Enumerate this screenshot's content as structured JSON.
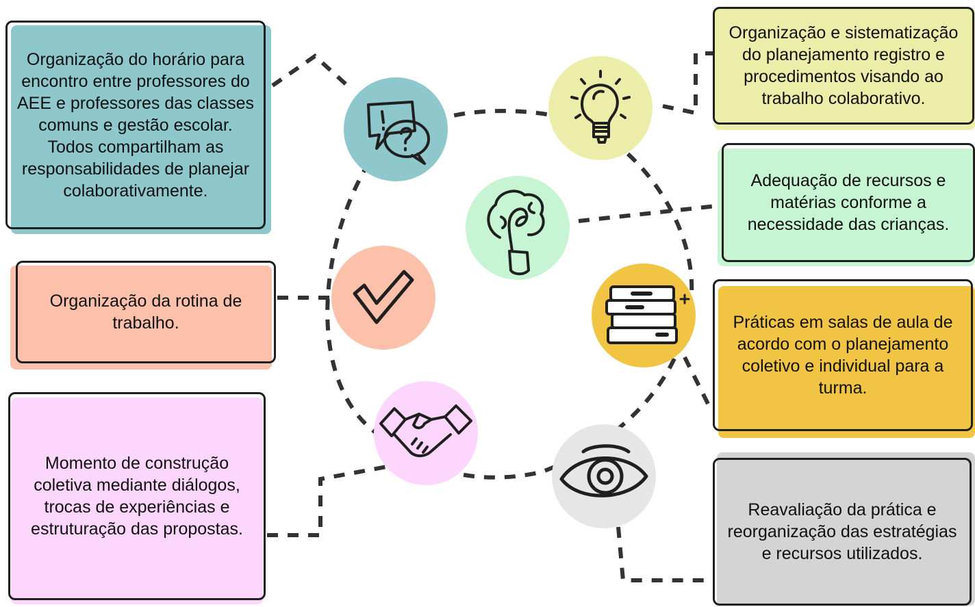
{
  "colors": {
    "teal": "#8ec8cc",
    "salmon": "#fdc1ab",
    "pink": "#fdd6fd",
    "yellow": "#ededaa",
    "mint": "#c7f5d4",
    "amber": "#f1c443",
    "gray": "#d4d4d4",
    "outline": "#1f1f1f",
    "dash": "#333333"
  },
  "cards": {
    "schedule": "Organização do horário para encontro entre professores do AEE e professores das classes comuns e gestão escolar. Todos compartilham as responsabilidades de planejar colaborativamente.",
    "routine": "Organização da rotina de trabalho.",
    "construction": "Momento de construção coletiva mediante diálogos, trocas de experiências e estruturação das propostas.",
    "organization": "Organização e sistematização do planejamento registro e procedimentos visando ao trabalho colaborativo.",
    "resources": "Adequação de recursos e matérias conforme a necessidade das crianças.",
    "practices": "Práticas em salas de aula de acordo com o planejamento coletivo e individual para a turma.",
    "reevaluation": "Reavaliação da prática e reorganização das estratégias e recursos utilizados."
  },
  "icons": [
    "speech-bubbles-icon",
    "checkmark-icon",
    "handshake-icon",
    "lightbulb-icon",
    "plant-bulb-icon",
    "books-icon",
    "eye-icon"
  ]
}
